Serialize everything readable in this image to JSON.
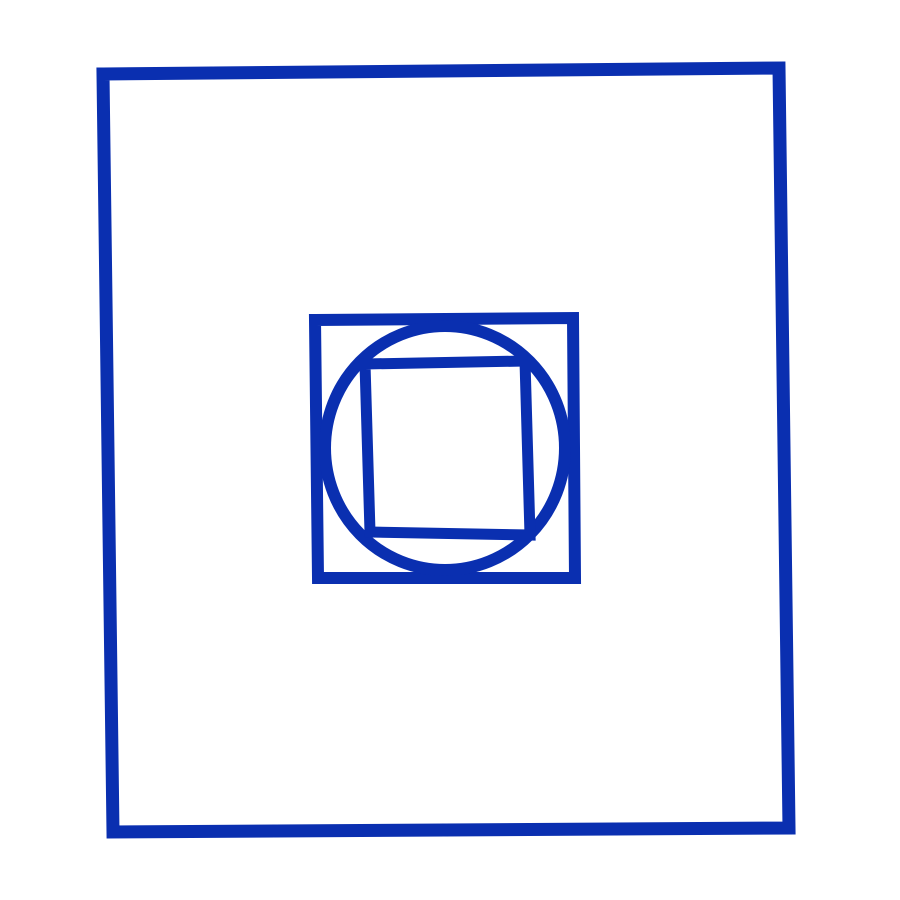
{
  "diagram": {
    "ink_color": "#0a2fb0",
    "background_color": "#ffffff",
    "shapes": [
      "outer-square",
      "inner-square",
      "inscribed-circle",
      "innermost-square"
    ]
  }
}
